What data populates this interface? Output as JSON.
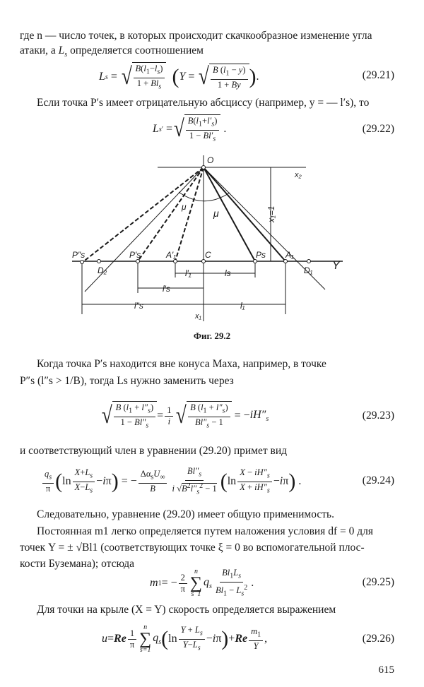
{
  "paragraphs": {
    "p1_line1": "где n — число точек, в которых происходит скачкообразное изменение угла",
    "p1_line2_pre": "атаки, а ",
    "p1_line2_var": "L",
    "p1_line2_sub": "s",
    "p1_line2_post": " определяется соотношением",
    "p2": "Если точка P′s имеет отрицательную абсциссу (например, y = — l′s), то",
    "p3_line1": "Когда точка P′s находится вне конуса Маха, например, в точке",
    "p3_line2_pre": "P″s (l″s > 1/B), тогда ",
    "p3_line2_post": "Ls нужно заменить через",
    "p4": "и соответствующий член в уравнении (29.20) примет вид",
    "p5": "Следовательно, уравнение (29.20) имеет общую применимость.",
    "p6_line1": "Постоянная m1 легко определяется путем наложения условия df = 0 для",
    "p6_line2": "точек Y = ± √Bl1 (соответствующих точке ξ = 0 во вспомогательной плос-",
    "p6_line3": "кости Буземана); отсюда",
    "p7": "Для точки на крыле (X = Y) скорость определяется выражением"
  },
  "equations": [
    {
      "id": "29.21",
      "number": "(29.21)",
      "text": "Ls = √(B(l1 − ls)/(1 + Bls))   (Y = √(B(l1 − y)/(1 + By)))."
    },
    {
      "id": "29.22",
      "number": "(29.22)",
      "text": "L′s = √(B(l1 + l′s)/(1 − Bl′s))."
    },
    {
      "id": "29.23",
      "number": "(29.23)",
      "text": "√(B(l1 + l″s)/(1 − Bl″s)) = (1/i)√(B(l1 + l″s)/(Bl″s − 1)) = −iH″s"
    },
    {
      "id": "29.24",
      "number": "(29.24)",
      "text": "(qs/π)(ln (X+Ls)/(X−Ls) − iπ) = −(ΔαsU∞/B)·Bl″s/(i√(B²l″s² − 1))·(ln (X − iH″s)/(X + iH″s) − iπ)."
    },
    {
      "id": "29.25",
      "number": "(29.25)",
      "text": "m1 = −(2/π) Σ(s=1..n) qs · Bl1Ls/(Bl1 − Ls²)."
    },
    {
      "id": "29.26",
      "number": "(29.26)",
      "text": "u = Re (1/π) Σ(s=1..n) qs (ln (Y+Ls)/(Y−Ls) − iπ) + Re m1/Y,"
    }
  ],
  "figure": {
    "caption": "Фиг. 29.2",
    "labels": {
      "O": "O",
      "x2": "x₂",
      "x1": "x₁",
      "x1_eq": "x₁=1",
      "mu1": "μ",
      "mu2": "μ",
      "Ps2": "P″s",
      "Ps1": "P′s",
      "A1p": "A′₁",
      "C": "C",
      "Ps": "Ps",
      "A1": "A₁",
      "D1": "D₁",
      "D2": "D₂",
      "Y": "Y",
      "l1p": "l′₁",
      "ls": "ls",
      "lsp": "l′s",
      "lspp": "l″s",
      "l1": "l₁"
    }
  },
  "page_number": "615"
}
